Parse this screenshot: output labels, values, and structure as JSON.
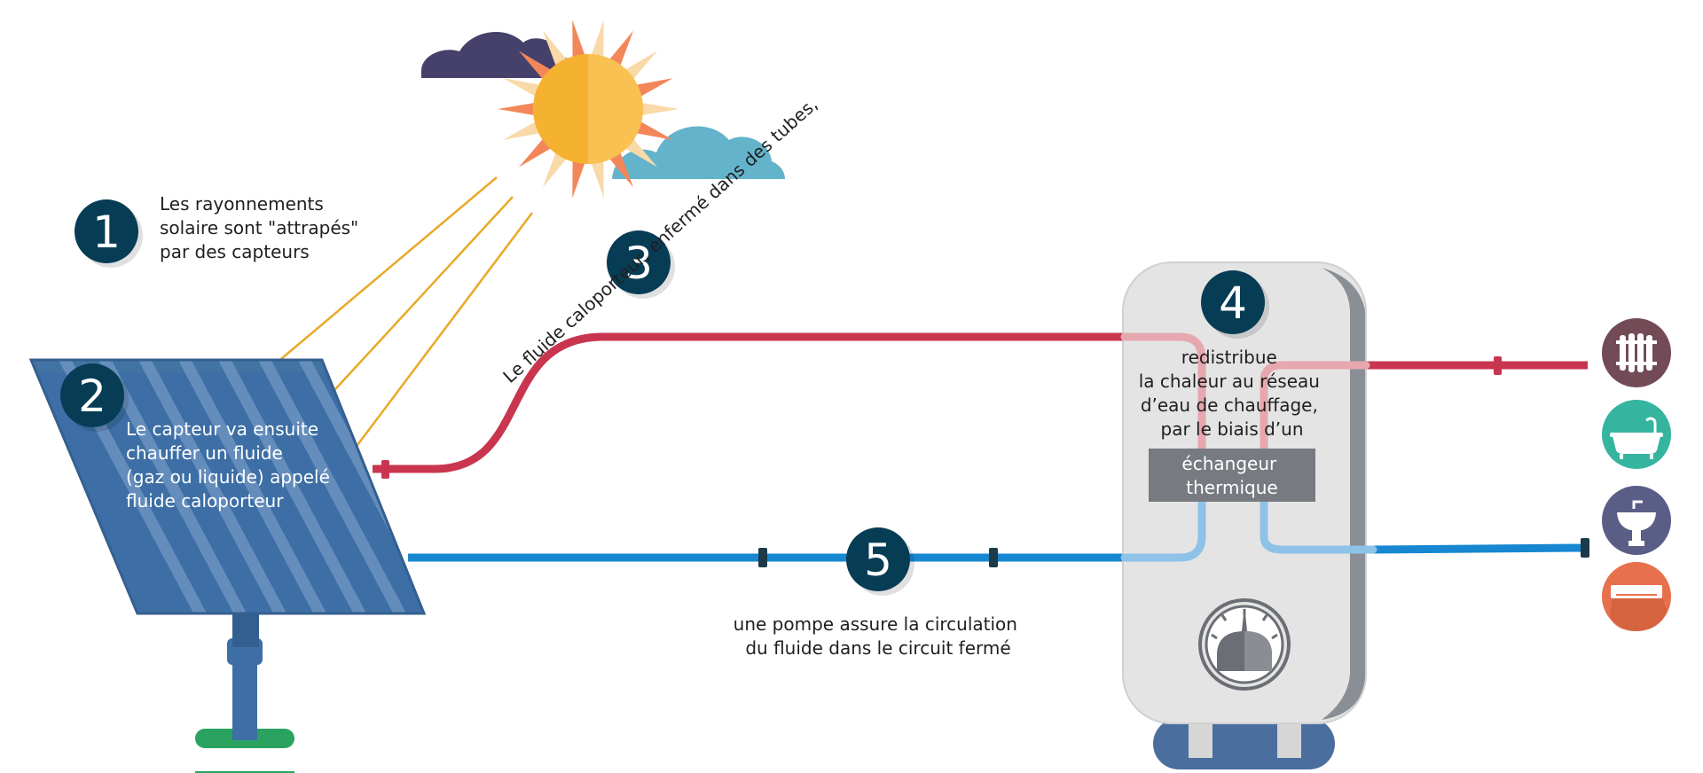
{
  "steps": [
    {
      "number": "1",
      "lines": [
        "Les rayonnements",
        "solaire sont \"attrapés\"",
        "par des capteurs"
      ]
    },
    {
      "number": "2",
      "lines": [
        "Le capteur va ensuite",
        "chauffer un fluide",
        "(gaz ou liquide) appelé",
        "fluide caloporteur"
      ]
    },
    {
      "number": "3",
      "text": "Le fluide caloporteur, enfermé dans des tubes,"
    },
    {
      "number": "4",
      "lines": [
        "redistribue",
        "la chaleur au réseau",
        "d’eau de chauffage,",
        "par le biais d’un"
      ],
      "exchanger": [
        "échangeur",
        "thermique"
      ]
    },
    {
      "number": "5",
      "lines": [
        "une pompe assure la circulation",
        "du fluide dans le circuit fermé"
      ]
    }
  ],
  "icons": [
    "sun-icon",
    "cloud-icon",
    "solar-panel-icon",
    "water-tank-icon",
    "gauge-icon",
    "radiator-icon",
    "bathtub-icon",
    "sink-icon",
    "air-conditioner-icon"
  ],
  "colors": {
    "hot_pipe": "#c9354f",
    "cold_pipe": "#1687d0",
    "badge": "#073c55",
    "panel": "#3d6fa6",
    "sun": "#f5b130",
    "tank": "#e4e4e4"
  }
}
